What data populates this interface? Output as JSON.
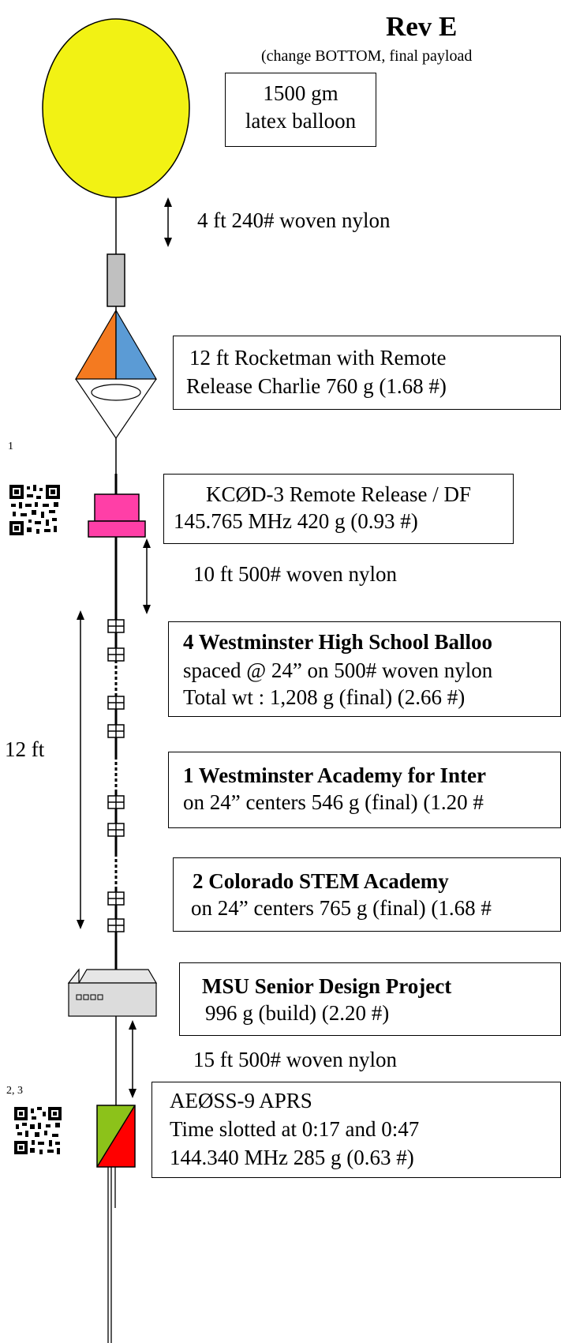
{
  "header": {
    "title": "Rev E",
    "subtitle": "(change BOTTOM, final payload"
  },
  "balloon_box": {
    "line1": "1500 gm",
    "line2": "latex balloon"
  },
  "tether1_label": "4 ft 240# woven nylon",
  "parachute_box": {
    "line1": "12 ft Rocketman with Remote",
    "line2": "Release Charlie 760 g (1.68 #)"
  },
  "footnote1": "1",
  "release_box": {
    "line1": "KCØD-3 Remote Release  / DF",
    "line2": "145.765 MHz 420 g (0.93 #)"
  },
  "tether2_label": "10 ft 500# woven nylon",
  "westminster_hs_box": {
    "title": "4 Westminster High School Balloo",
    "line2": "spaced @ 24” on 500# woven nylon",
    "line3": "Total wt : 1,208 g (final) (2.66 #)"
  },
  "span_label": "12 ft",
  "academy_box": {
    "title": "1 Westminster Academy for Inter",
    "line2": "on 24” centers  546 g (final) (1.20 #"
  },
  "stem_box": {
    "title": "2 Colorado STEM Academy",
    "line2": "on 24” centers  765 g (final) (1.68 #"
  },
  "msu_box": {
    "title": "MSU Senior Design Project",
    "line2": "996 g (build) (2.20 #)"
  },
  "tether3_label": "15 ft 500# woven nylon",
  "footnote23": "2, 3",
  "aprs_box": {
    "line1": "AEØSS-9 APRS",
    "line2": "Time slotted at 0:17 and 0:47",
    "line3": "144.340 MHz  285 g (0.63 #)"
  },
  "colors": {
    "balloon": "#f2f214",
    "parachute_left": "#f47a20",
    "parachute_right": "#5b9bd5",
    "release": "#ff3fa7",
    "aprs_green": "#8cc21a",
    "aprs_red": "#ff0000",
    "fitting": "#c0c0c0",
    "msu_box": "#dcdcdc"
  },
  "icons": [
    "qr-code-icon",
    "qr-code-icon"
  ]
}
